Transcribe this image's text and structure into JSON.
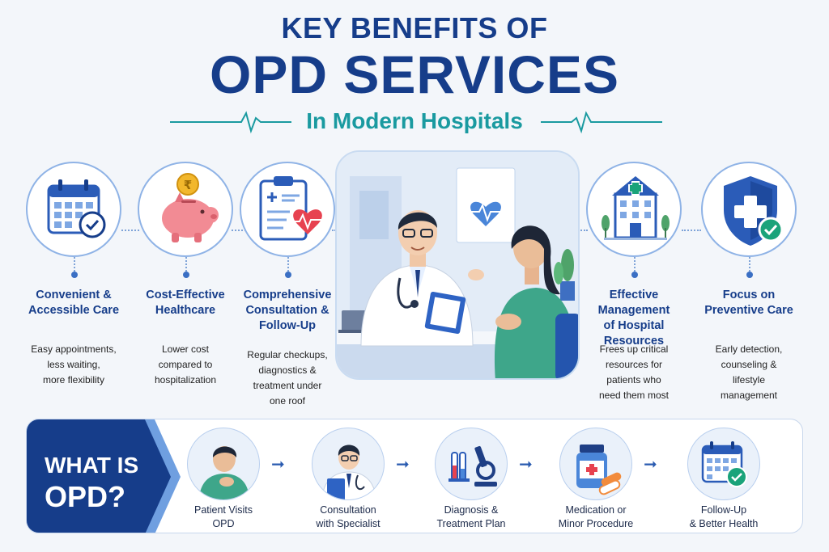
{
  "header": {
    "title_line1": "KEY BENEFITS OF",
    "title_line2": "OPD SERVICES",
    "subtitle": "In Modern Hospitals"
  },
  "benefits": [
    {
      "title_l1": "Convenient &",
      "title_l2": "Accessible Care",
      "desc_l1": "Easy appointments,",
      "desc_l2": "less waiting,",
      "desc_l3": "more flexibility",
      "icon": "calendar-check-icon"
    },
    {
      "title_l1": "Cost-Effective",
      "title_l2": "Healthcare",
      "desc_l1": "Lower cost",
      "desc_l2": "compared to",
      "desc_l3": "hospitalization",
      "icon": "piggy-bank-rupee-icon"
    },
    {
      "title_l1": "Comprehensive",
      "title_l2": "Consultation &",
      "title_l3": "Follow-Up",
      "desc_l1": "Regular checkups,",
      "desc_l2": "diagnostics &",
      "desc_l3": "treatment under",
      "desc_l4": "one roof",
      "icon": "clipboard-heart-icon"
    },
    {
      "title_l1": "Effective Management",
      "title_l2": "of Hospital",
      "title_l3": "Resources",
      "desc_l1": "Frees up critical",
      "desc_l2": "resources for",
      "desc_l3": "patients who",
      "desc_l4": "need them most",
      "icon": "hospital-building-icon"
    },
    {
      "title_l1": "Focus on",
      "title_l2": "Preventive Care",
      "desc_l1": "Early detection,",
      "desc_l2": "counseling &",
      "desc_l3": "lifestyle",
      "desc_l4": "management",
      "icon": "shield-cross-icon"
    }
  ],
  "what_is": {
    "line1": "WHAT IS",
    "line2": "OPD?"
  },
  "steps": [
    {
      "l1": "Patient Visits",
      "l2": "OPD",
      "icon": "patient-icon"
    },
    {
      "l1": "Consultation",
      "l2": "with Specialist",
      "icon": "doctor-icon"
    },
    {
      "l1": "Diagnosis &",
      "l2": "Treatment Plan",
      "icon": "microscope-test-tubes-icon"
    },
    {
      "l1": "Medication or",
      "l2": "Minor Procedure",
      "icon": "medicine-bottle-pills-icon"
    },
    {
      "l1": "Follow-Up",
      "l2": "& Better Health",
      "icon": "calendar-check-icon"
    }
  ],
  "colors": {
    "navy": "#163d8a",
    "teal": "#1a9aa0",
    "accent_blue": "#2a5bb0",
    "green_check": "#1aa37a",
    "background": "#f3f6fa"
  }
}
